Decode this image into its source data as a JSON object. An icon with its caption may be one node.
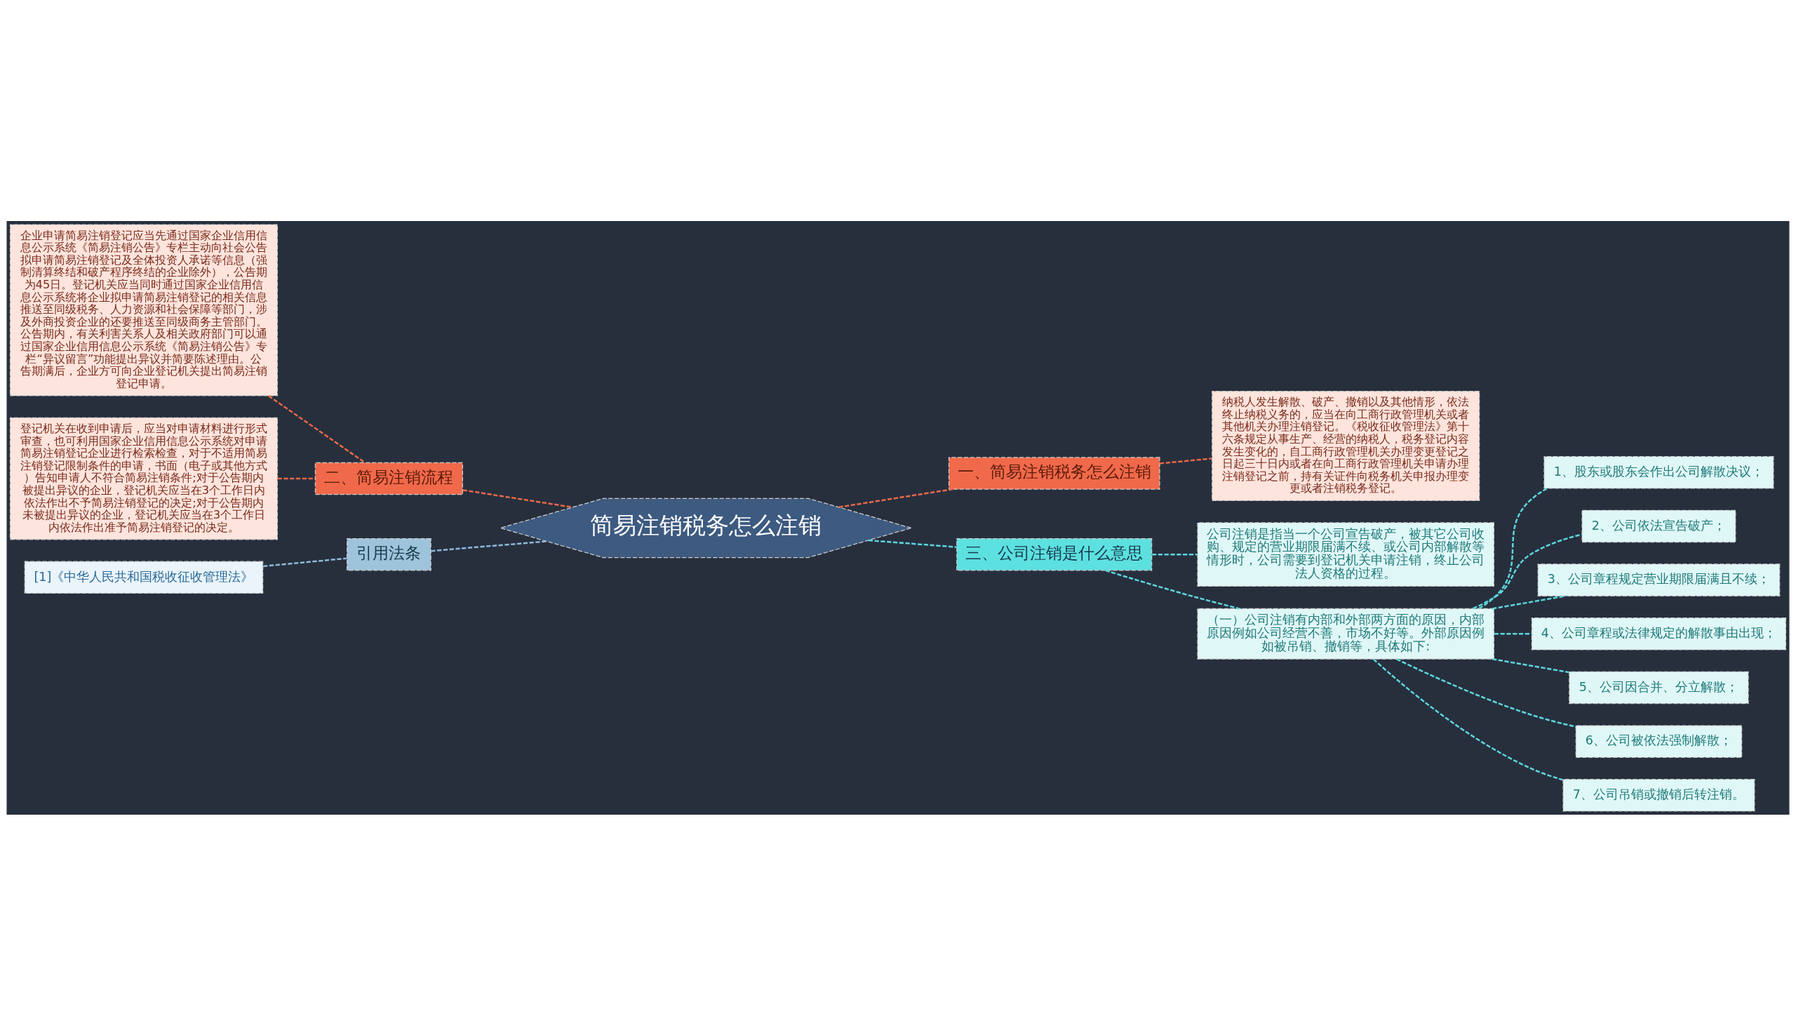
{
  "diagram": {
    "nodes": [
      {
        "text": [
          "简易注销税务怎么注销"
        ]
      },
      {
        "text": [
          "一、简易注销税务怎么注销"
        ]
      },
      {
        "text": [
          "纳税人发生解散、破产、撤销以及其他情形，依法终止纳税义务的，应当在向工商行政管理机关或者其他机关办理注销登记。《税收征收管理法》第十六条规定从事生产、经营的纳税人，税务登记内容发生变化的，自工商行政管理机关办理变更登记之日起三十日内或者在向工商行政管理机关申请办理注销登记之前，持有关证件向税务机关申报办理变更或者注销税务登记。"
        ]
      },
      {
        "text": [
          "三、公司注销是什么意思"
        ]
      },
      {
        "text": [
          "公司注销是指当一个公司宣告破产，被其它公司收购、规定的营业期限届满不续、或公司内部解散等情形时，公司需要到登记机关申请注销，终止公司法人资格的过程。"
        ]
      },
      {
        "text": [
          "（一）公司注销有内部和外部两方面的原因，内部原因例如公司经营不善，市场不好等。外部原因例如被吊销、撤销等，具体如下:"
        ]
      },
      {
        "text": [
          "1、股东或股东会作出公司解散决议；"
        ]
      },
      {
        "text": [
          "2、公司依法宣告破产；"
        ]
      },
      {
        "text": [
          "3、公司章程规定营业期限届满且不续；"
        ]
      },
      {
        "text": [
          "4、公司章程或法律规定的解散事由出现；"
        ]
      },
      {
        "text": [
          "5、公司因合并、分立解散；"
        ]
      },
      {
        "text": [
          "6、公司被依法强制解散；"
        ]
      },
      {
        "text": [
          "7、公司吊销或撤销后转注销。"
        ]
      },
      {
        "text": [
          "二、简易注销流程"
        ]
      },
      {
        "text": [
          "企业申请简易注销登记应当先通过国家企业信用信息公示系统《简易注销公告》专栏主动向社会公告拟申请简易注销登记及全体投资人承诺等信息（强制清算终结和破产程序终结的企业除外），公告期为45日。登记机关应当同时通过国家企业信用信息公示系统将企业拟申请简易注销登记的相关信息推送至同级税务、人力资源和社会保障等部门，涉及外商投资企业的还要推送至同级商务主管部门。公告期内，有关利害关系人及相关政府部门可以通过国家企业信用信息公示系统《简易注销公告》专栏“异议留言”功能提出异议并简要陈述理由。公告期满后，企业方可向企业登记机关提出简易注销登记申请。"
        ]
      },
      {
        "text": [
          "登记机关在收到申请后，应当对申请材料进行形式审查，也可利用国家企业信用信息公示系统对申请简易注销登记企业进行检索检查，对于不适用简易注销登记限制条件的申请，书面（电子或其他方式）告知申请人不符合简易注销条件;对于公告期内被提出异议的企业，登记机关应当在3个工作日内依法作出不予简易注销登记的决定;对于公告期内未被提出异议的企业，登记机关应当在3个工作日内依法作出准予简易注销登记的决定。"
        ]
      },
      {
        "text": [
          "引用法条"
        ]
      },
      {
        "text": [
          "[1]《中华人民共和国税收征收管理法》"
        ]
      }
    ],
    "edges": [
      {
        "from": 0,
        "to": 1,
        "arrow": "none",
        "style": "dashed",
        "color": "#e8684a"
      },
      {
        "from": 1,
        "to": 2,
        "arrow": "none",
        "style": "dashed",
        "color": "#e8684a"
      },
      {
        "from": 0,
        "to": 3,
        "arrow": "none",
        "style": "dashed",
        "color": "#5cd6dc"
      },
      {
        "from": 3,
        "to": 4,
        "arrow": "none",
        "style": "dashed",
        "color": "#5cd6dc"
      },
      {
        "from": 3,
        "to": 5,
        "arrow": "none",
        "style": "dashed",
        "color": "#5cd6dc"
      },
      {
        "from": 5,
        "to": 6,
        "arrow": "none",
        "style": "dashed",
        "color": "#5cd6dc"
      },
      {
        "from": 5,
        "to": 7,
        "arrow": "none",
        "style": "dashed",
        "color": "#5cd6dc"
      },
      {
        "from": 5,
        "to": 8,
        "arrow": "none",
        "style": "dashed",
        "color": "#5cd6dc"
      },
      {
        "from": 5,
        "to": 9,
        "arrow": "none",
        "style": "dashed",
        "color": "#5cd6dc"
      },
      {
        "from": 5,
        "to": 10,
        "arrow": "none",
        "style": "dashed",
        "color": "#5cd6dc"
      },
      {
        "from": 5,
        "to": 11,
        "arrow": "none",
        "style": "dashed",
        "color": "#5cd6dc"
      },
      {
        "from": 5,
        "to": 12,
        "arrow": "none",
        "style": "dashed",
        "color": "#5cd6dc"
      },
      {
        "from": 0,
        "to": 13,
        "arrow": "none",
        "style": "dashed",
        "color": "#e8684a"
      },
      {
        "from": 13,
        "to": 14,
        "arrow": "none",
        "style": "dashed",
        "color": "#e8684a"
      },
      {
        "from": 13,
        "to": 15,
        "arrow": "none",
        "style": "dashed",
        "color": "#e8684a"
      },
      {
        "from": 0,
        "to": 16,
        "arrow": "none",
        "style": "dashed",
        "color": "#8fb8d6"
      },
      {
        "from": 16,
        "to": 17,
        "arrow": "none",
        "style": "dashed",
        "color": "#8fb8d6"
      }
    ]
  }
}
